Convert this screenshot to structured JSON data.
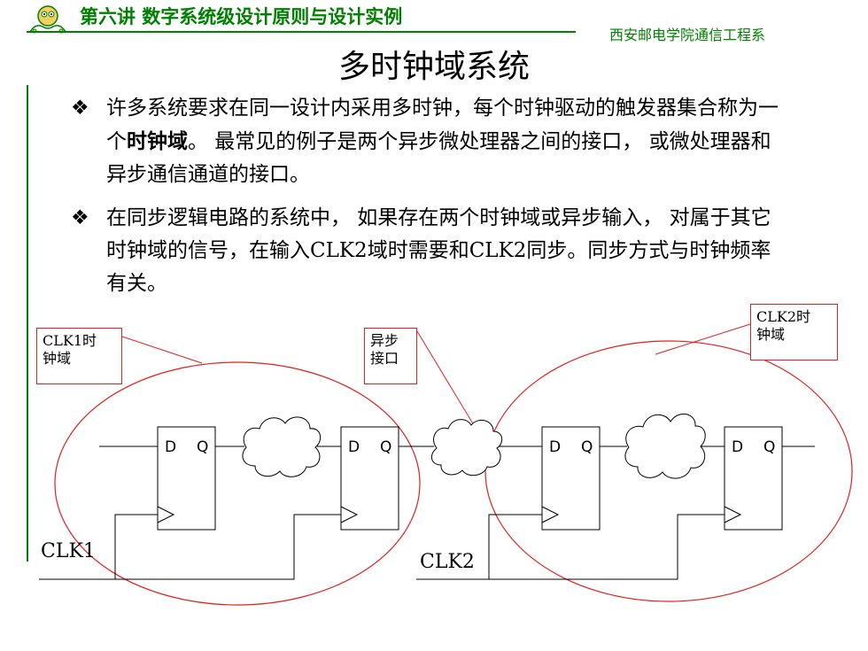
{
  "header": {
    "lecture_title": "第六讲 数字系统级设计原则与设计实例",
    "organization": "西安邮电学院通信工程系",
    "logo_icon": "cartoon-face-logo",
    "accent_color": "#008000"
  },
  "slide": {
    "title": "多时钟域系统",
    "bullets": [
      {
        "before": "许多系统要求在同一设计内采用多时钟，每个时钟驱动的触发器集合称为一个",
        "bold": "时钟域",
        "after": "。 最常见的例子是两个异步微处理器之间的接口， 或微处理器和异步通信通道的接口。"
      },
      {
        "text": "在同步逻辑电路的系统中， 如果存在两个时钟域或异步输入， 对属于其它时钟域的信号，在输入CLK2域时需要和CLK2同步。同步方式与时钟频率有关。"
      }
    ],
    "bullet_glyph": "❖"
  },
  "diagram": {
    "callouts": {
      "clk1_domain": "CLK1时\n钟域",
      "async_interface": "异步\n接口",
      "clk2_domain": "CLK2时\n钟域"
    },
    "flip_flop": {
      "d": "D",
      "q": "Q"
    },
    "clock_labels": {
      "clk1": "CLK1",
      "clk2": "CLK2"
    },
    "line_color": "#e0201e"
  }
}
